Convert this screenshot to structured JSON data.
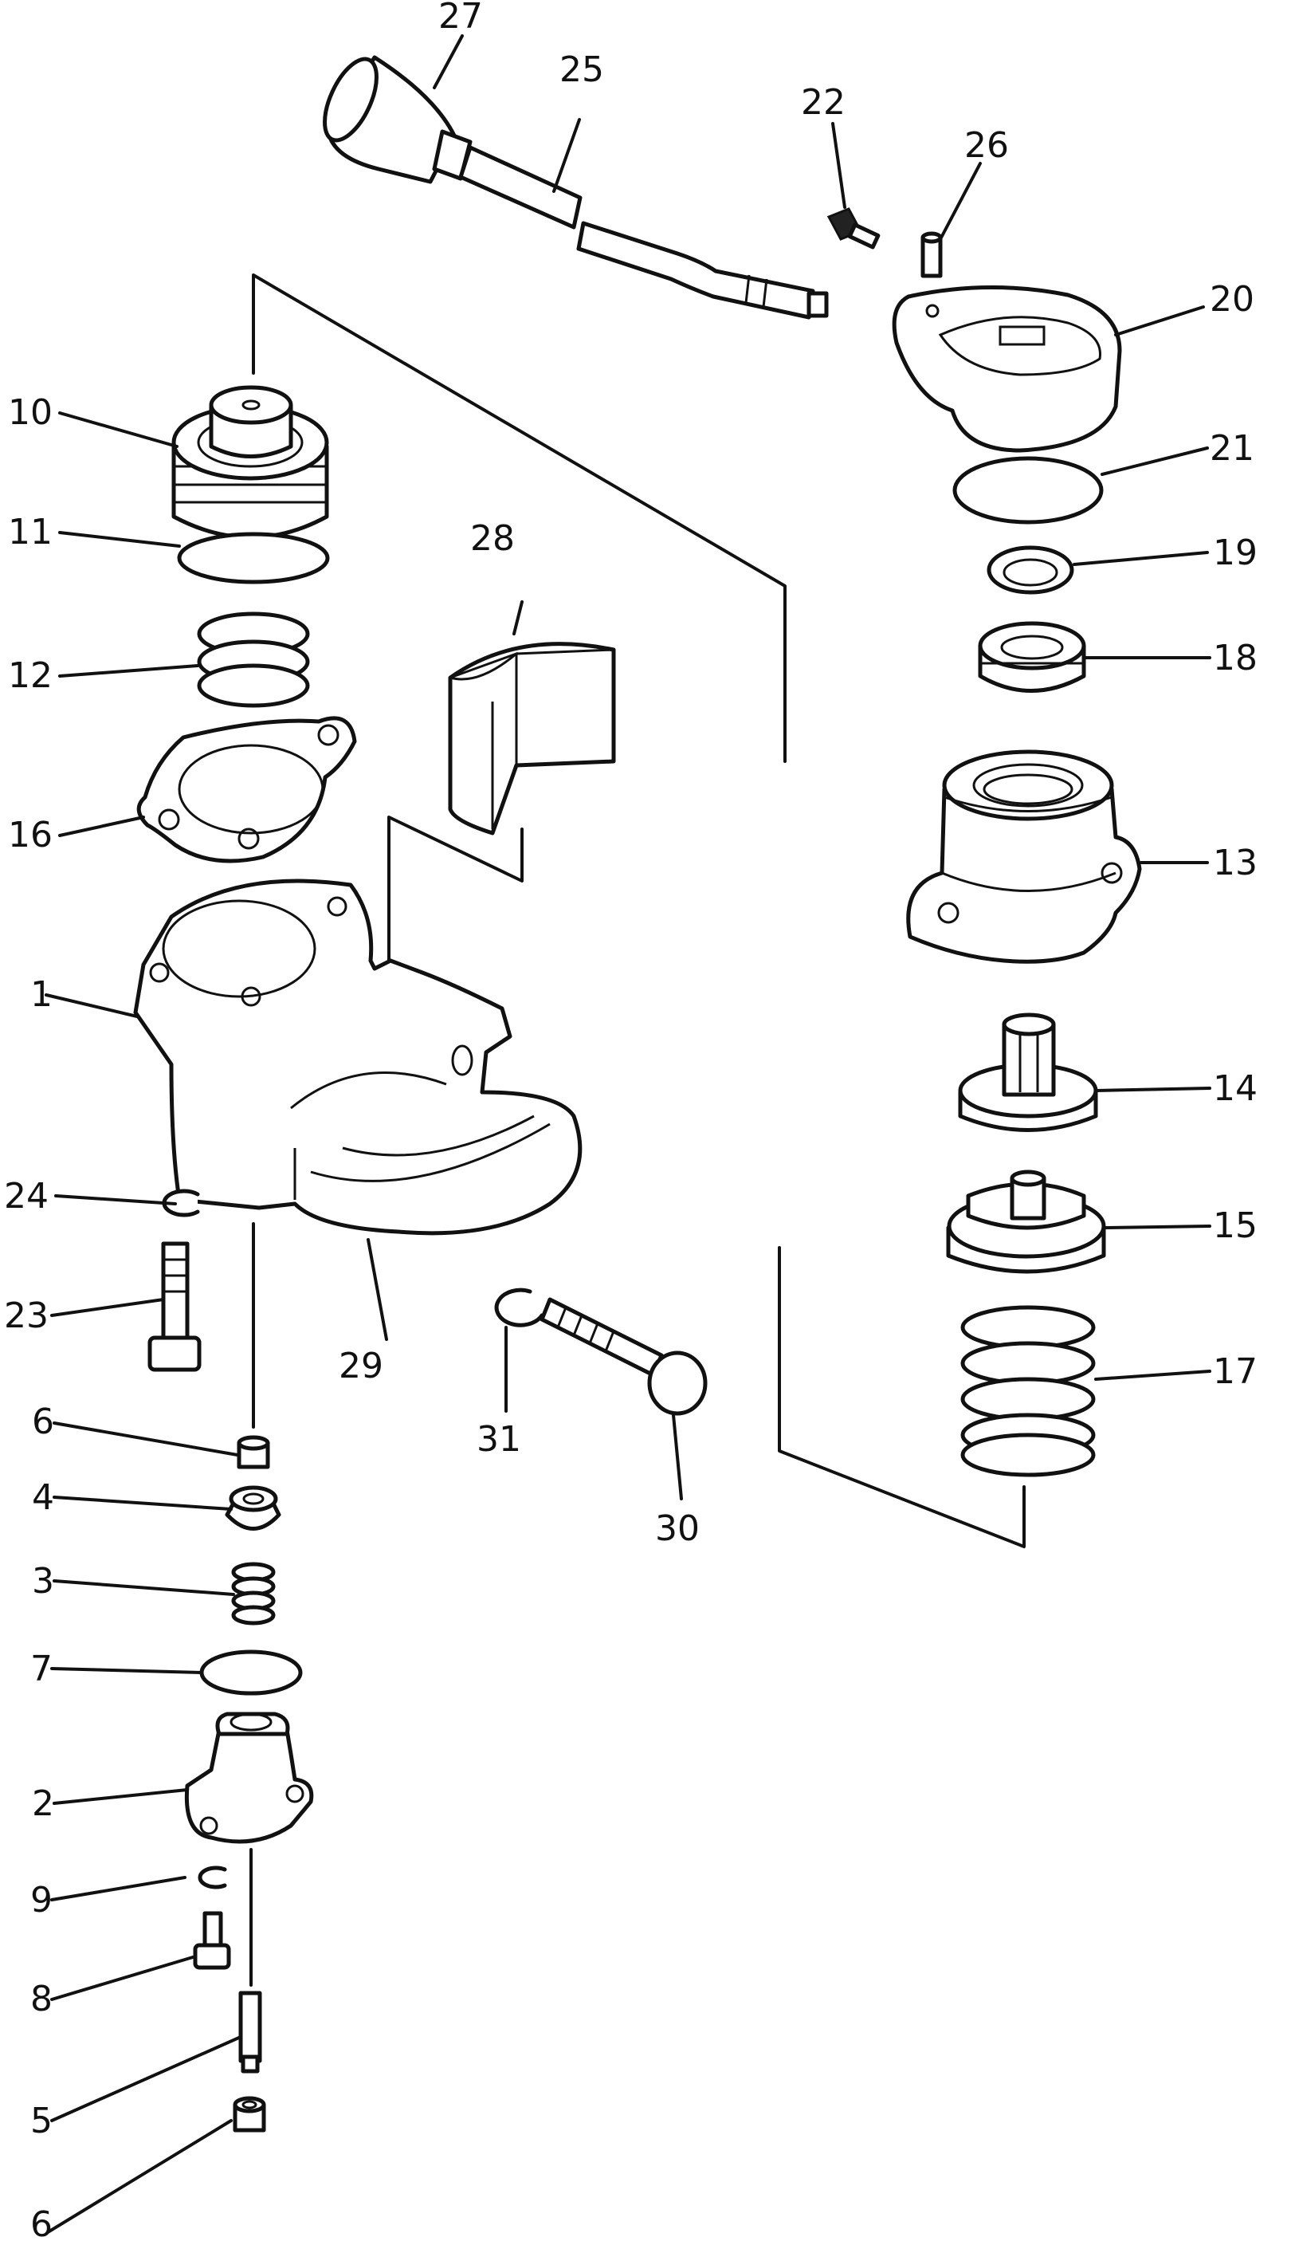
{
  "diagram": {
    "labels": {
      "p1": "1",
      "p2": "2",
      "p3": "3",
      "p4": "4",
      "p5": "5",
      "p6a": "6",
      "p6b": "6",
      "p7": "7",
      "p8": "8",
      "p9": "9",
      "p10": "10",
      "p11": "11",
      "p12": "12",
      "p13": "13",
      "p14": "14",
      "p15": "15",
      "p16": "16",
      "p17": "17",
      "p18": "18",
      "p19": "19",
      "p20": "20",
      "p21": "21",
      "p22": "22",
      "p23": "23",
      "p24": "24",
      "p25": "25",
      "p26": "26",
      "p27": "27",
      "p28": "28",
      "p29": "29",
      "p30": "30",
      "p31": "31"
    }
  }
}
